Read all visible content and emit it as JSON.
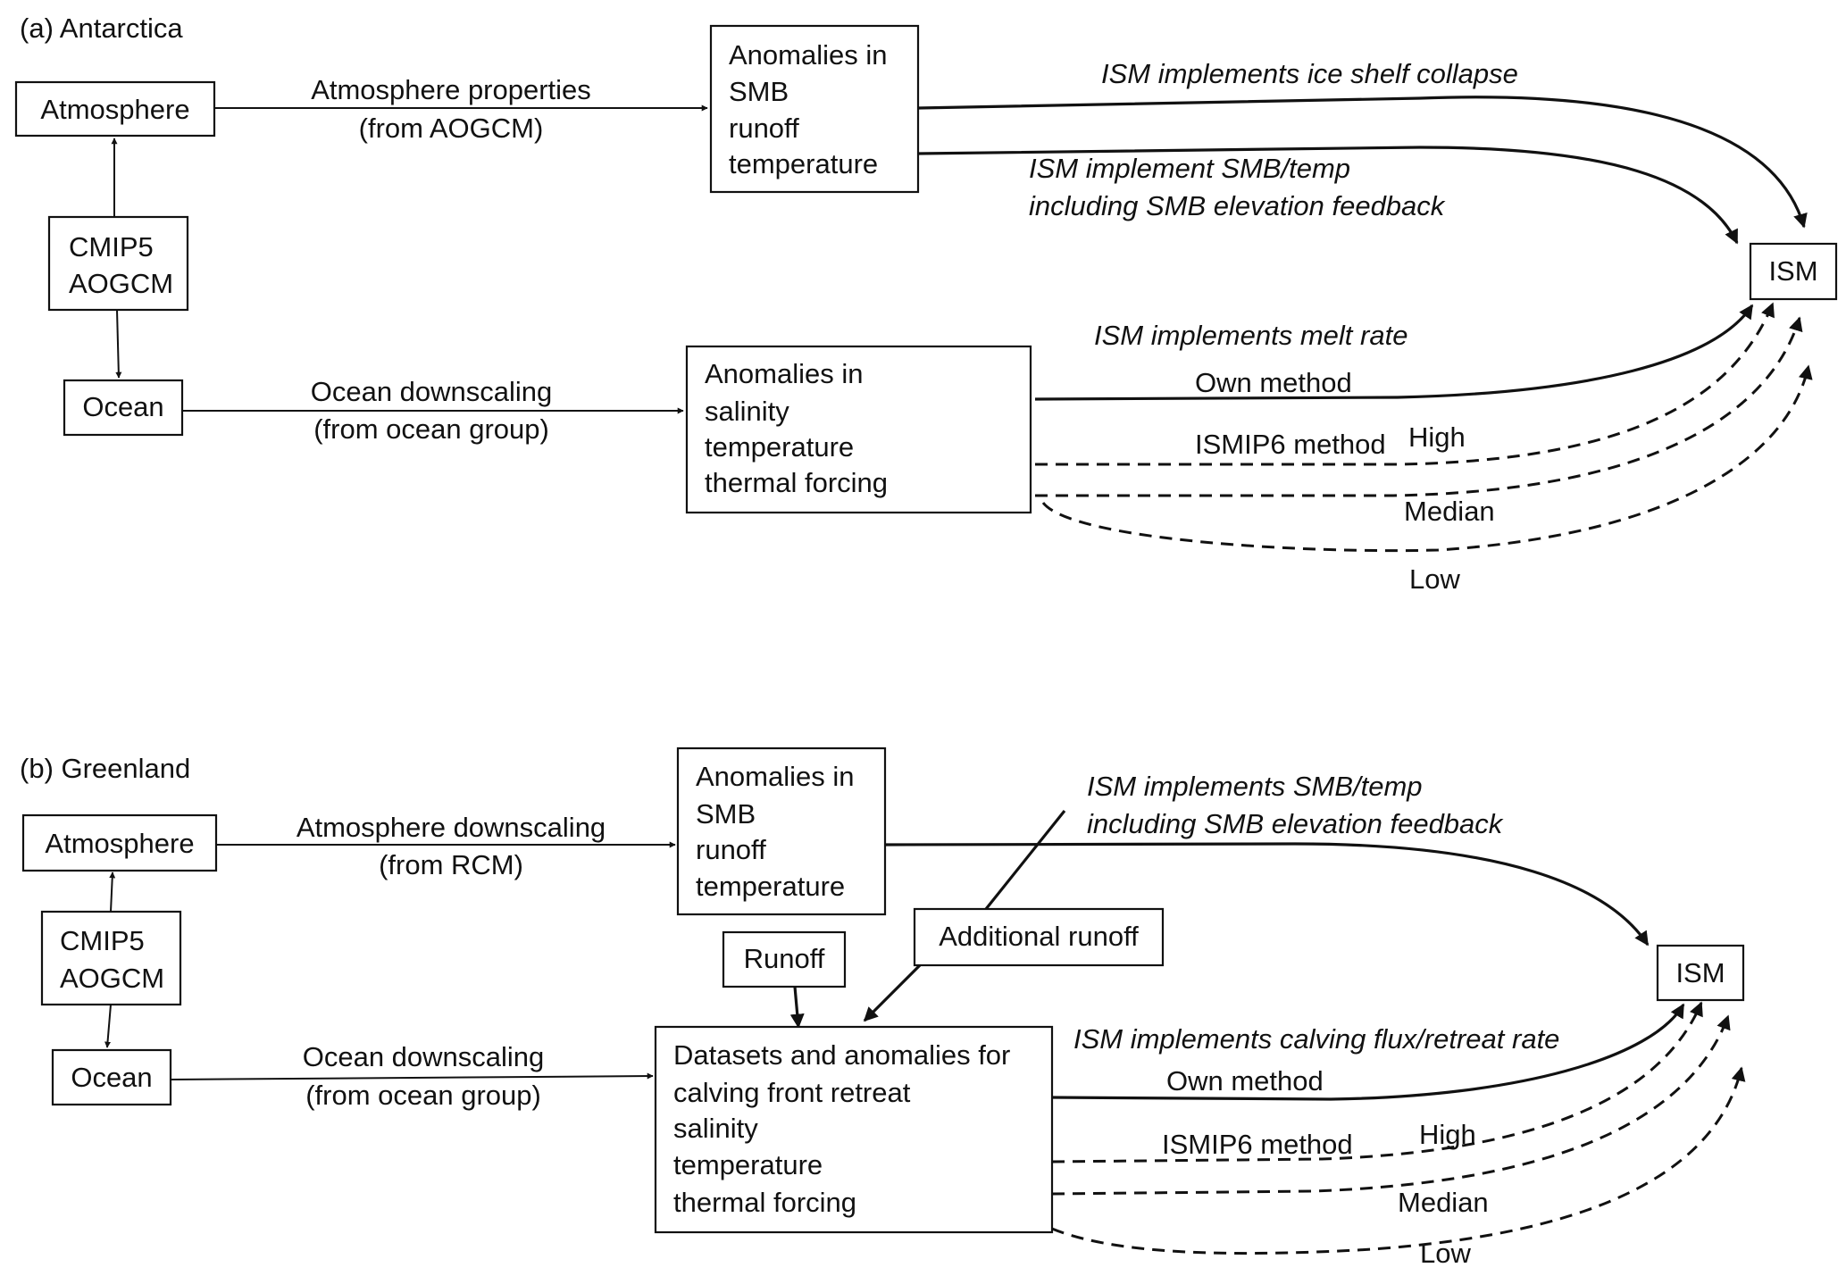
{
  "panel_a": {
    "title": "(a) Antarctica",
    "atmosphere": "Atmosphere",
    "cmip5": [
      "CMIP5",
      "AOGCM"
    ],
    "ocean": "Ocean",
    "atm_arrow_label": [
      "Atmosphere properties",
      "(from AOGCM)"
    ],
    "ocean_arrow_label": [
      "Ocean downscaling",
      "(from ocean group)"
    ],
    "atm_anomalies": [
      "Anomalies in",
      "SMB",
      "runoff",
      "temperature"
    ],
    "ocean_anomalies": [
      "Anomalies in",
      "salinity",
      "temperature",
      "thermal forcing"
    ],
    "collapse_label": "ISM implements ice shelf collapse",
    "smb_label": [
      "ISM implement SMB/temp",
      "including SMB elevation feedback"
    ],
    "melt_label": "ISM implements melt rate",
    "own_method": "Own method",
    "ismip6_method": "ISMIP6 method",
    "high": "High",
    "median": "Median",
    "low": "Low",
    "ism": "ISM"
  },
  "panel_b": {
    "title": "(b) Greenland",
    "atmosphere": "Atmosphere",
    "cmip5": [
      "CMIP5",
      "AOGCM"
    ],
    "ocean": "Ocean",
    "atm_arrow_label": [
      "Atmosphere downscaling",
      "(from RCM)"
    ],
    "ocean_arrow_label": [
      "Ocean downscaling",
      "(from ocean group)"
    ],
    "atm_anomalies": [
      "Anomalies in",
      "SMB",
      "runoff",
      "temperature"
    ],
    "runoff": "Runoff",
    "additional_runoff": "Additional runoff",
    "datasets": [
      "Datasets and anomalies for",
      "calving front retreat",
      "salinity",
      "temperature",
      "thermal forcing"
    ],
    "smb_label": [
      "ISM implements SMB/temp",
      "including SMB elevation feedback"
    ],
    "calving_label": "ISM implements calving flux/retreat rate",
    "own_method": "Own method",
    "ismip6_method": "ISMIP6 method",
    "high": "High",
    "median": "Median",
    "low": "Low",
    "ism": "ISM"
  }
}
